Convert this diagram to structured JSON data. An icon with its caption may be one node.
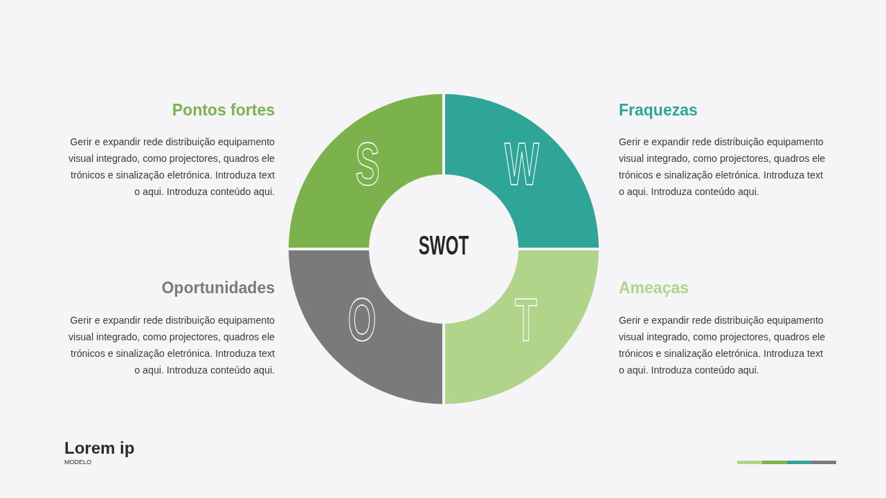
{
  "diagram": {
    "nodes": [
      {
        "text": [
          "S"
        ],
        "beside": [
          "Pontos fortes",
          "Gerir e expandir rede distribuição equipamento visual integrado, como projectores, quadros ele trónicos e sinalização eletrónica. Introduza text o aqui. Introduza conteúdo aqui."
        ]
      },
      {
        "text": [
          "W"
        ],
        "beside": [
          "Fraquezas",
          "Gerir e expandir rede distribuição equipamento visual integrado, como projectores, quadros ele trónicos e sinalização eletrónica. Introduza text o aqui. Introduza conteúdo aqui."
        ]
      },
      {
        "text": [
          "SWOT"
        ]
      },
      {
        "text": [
          "O"
        ],
        "beside": [
          "Oportunidades",
          "Gerir e expandir rede distribuição equipamento visual integrado, como projectores, quadros ele trónicos e sinalização eletrónica. Introduza text o aqui. Introduza conteúdo aqui."
        ]
      },
      {
        "text": [
          "T"
        ],
        "beside": [
          "Ameaças",
          "Gerir e expandir rede distribuição equipamento visual integrado, como projectores, quadros ele trónicos e sinalização eletrónica. Introduza text o aqui. Introduza conteúdo aqui."
        ]
      }
    ],
    "labels": [
      "Lorem ip",
      "MODELO"
    ]
  }
}
